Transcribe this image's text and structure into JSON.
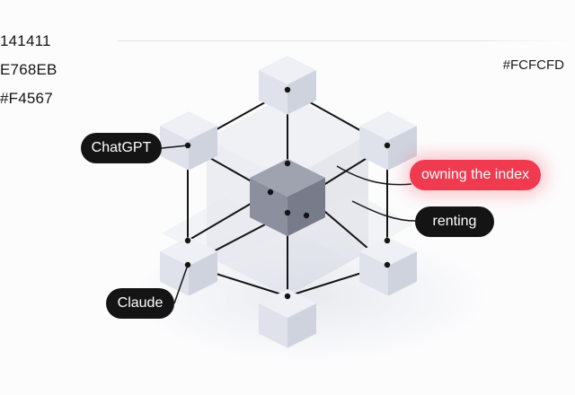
{
  "palette_labels": [
    "141411",
    "E768EB",
    "#F4567"
  ],
  "background_label": "#FCFCFD",
  "nodes": {
    "chatgpt": "ChatGPT",
    "claude": "Claude",
    "owning": "owning the index",
    "renting": "renting"
  },
  "colors": {
    "ink": "#141414",
    "accent": "#F03A4F",
    "background": "#FCFCFD",
    "cube_top": "#EEF0F5",
    "cube_left": "#DFE2EA",
    "cube_right": "#CFD3DE",
    "core_top": "#9FA3B0",
    "core_left": "#8C909E",
    "core_right": "#777B8A"
  }
}
